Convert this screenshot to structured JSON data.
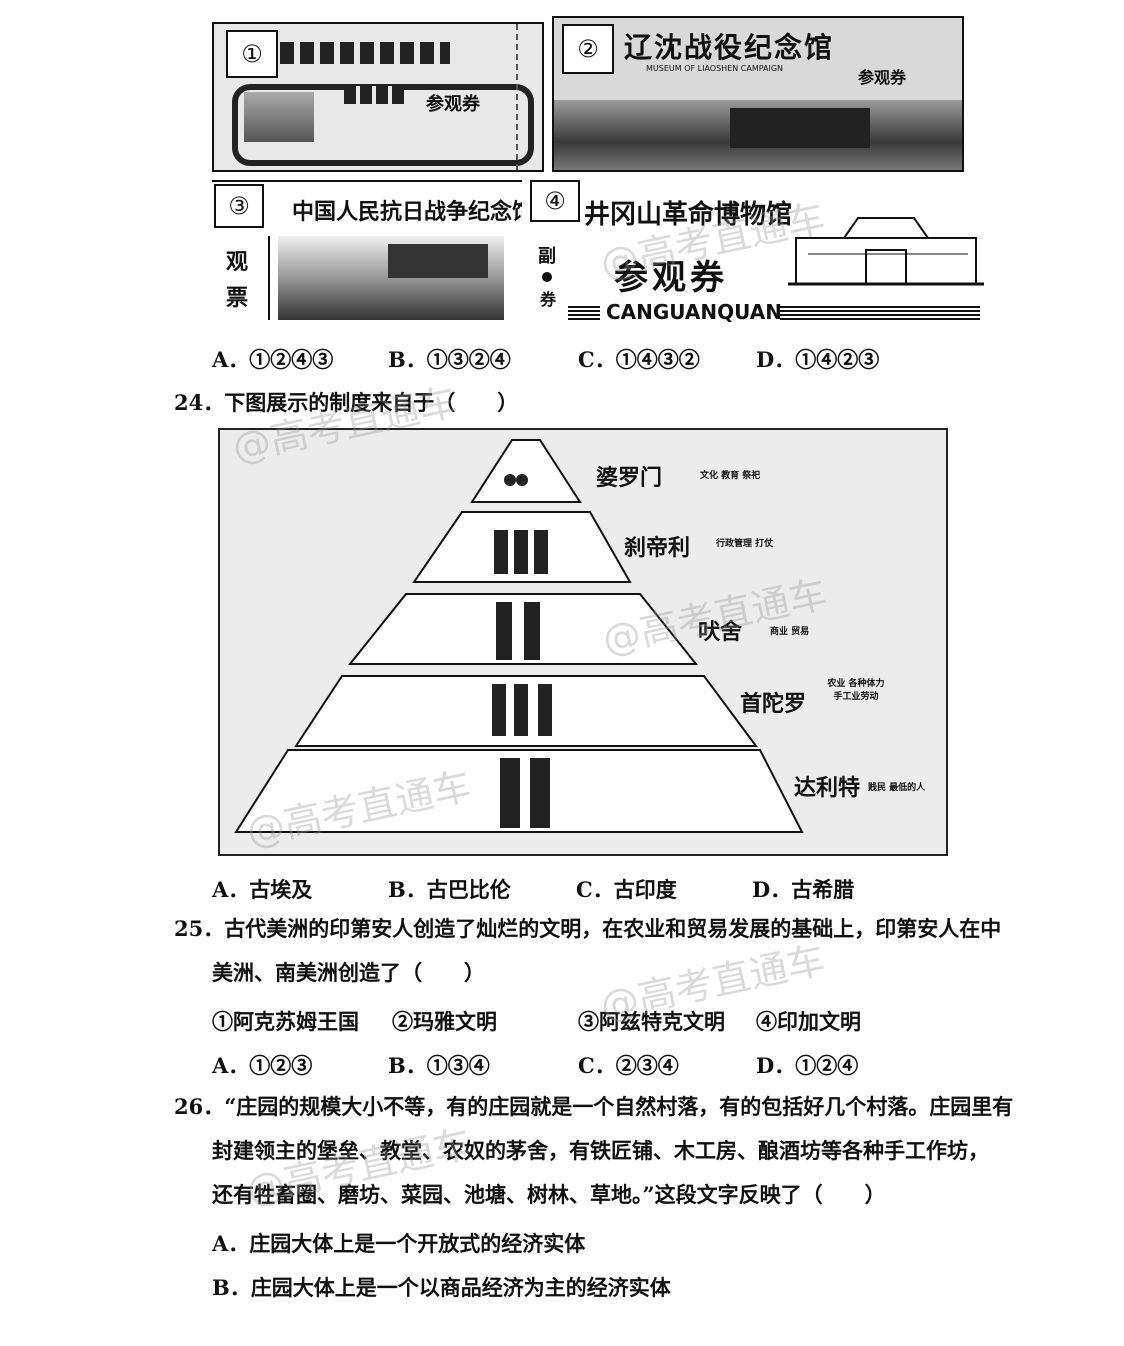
{
  "q23": {
    "tickets": [
      {
        "num": "①",
        "title": "",
        "sub": "参观券",
        "small": ""
      },
      {
        "num": "②",
        "title": "辽沈战役纪念馆",
        "en": "MUSEUM OF LIAOSHEN CAMPAIGN",
        "sub": "参观券"
      },
      {
        "num": "③",
        "title": "中国人民抗日战争纪念馆",
        "side": "观",
        "side2": "票"
      },
      {
        "num": "④",
        "title": "井冈山革命博物馆",
        "sub": "参观券",
        "en": "CANGUANQUAN",
        "side": "副",
        "side2": "券"
      }
    ],
    "options": [
      "A．①②④③",
      "B．①③②④",
      "C．①④③②",
      "D．①④②③"
    ]
  },
  "q24": {
    "stem": "24．下图展示的制度来自于（　　）",
    "castes": [
      {
        "name": "婆罗门",
        "role": "文化 教育 祭祀"
      },
      {
        "name": "刹帝利",
        "role": "行政管理 打仗"
      },
      {
        "name": "吠舍",
        "role": "商业 贸易"
      },
      {
        "name": "首陀罗",
        "role": "农业 各种体力 手工业劳动"
      },
      {
        "name": "达利特",
        "role": "贱民 最低的人"
      }
    ],
    "options": [
      "A．古埃及",
      "B．古巴比伦",
      "C．古印度",
      "D．古希腊"
    ]
  },
  "q25": {
    "stem_line1": "25．古代美洲的印第安人创造了灿烂的文明，在农业和贸易发展的基础上，印第安人在中",
    "stem_line2": "美洲、南美洲创造了（　　）",
    "items": [
      "①阿克苏姆王国",
      "②玛雅文明",
      "③阿兹特克文明",
      "④印加文明"
    ],
    "options": [
      "A．①②③",
      "B．①③④",
      "C．②③④",
      "D．①②④"
    ]
  },
  "q26": {
    "line1": "26．“庄园的规模大小不等，有的庄园就是一个自然村落，有的包括好几个村落。庄园里有",
    "line2": "封建领主的堡垒、教堂、农奴的茅舍，有铁匠铺、木工房、酿酒坊等各种手工作坊，",
    "line3": "还有牲畜圈、磨坊、菜园、池塘、树林、草地。”这段文字反映了（　　）",
    "options": [
      "A．庄园大体上是一个开放式的经济实体",
      "B．庄园大体上是一个以商品经济为主的经济实体"
    ]
  },
  "watermark": "@高考直通车"
}
